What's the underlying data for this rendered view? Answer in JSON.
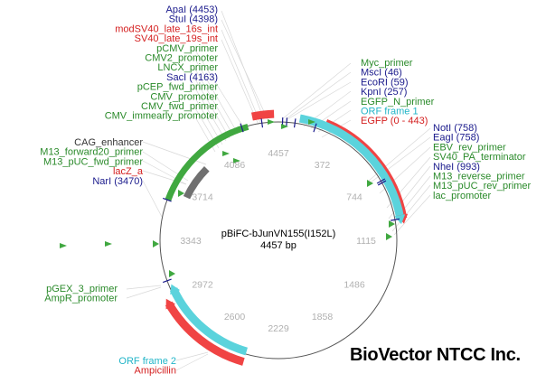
{
  "plasmid": {
    "name": "pBiFC-bJunVN155(I152L)",
    "size": "4457 bp"
  },
  "brand": "BioVector NTCC Inc.",
  "ticks": [
    "4457",
    "372",
    "744",
    "1115",
    "1486",
    "1858",
    "2229",
    "2600",
    "2972",
    "3343",
    "3714",
    "4086"
  ],
  "labels_top_left": [
    {
      "text": "ApaI  (4453)",
      "color": "#1a1a8c"
    },
    {
      "text": "StuI  (4398)",
      "color": "#1a1a8c"
    },
    {
      "text": "modSV40_late_16s_int",
      "color": "#d42020"
    },
    {
      "text": "SV40_late_19s_int",
      "color": "#d42020"
    },
    {
      "text": "pCMV_primer",
      "color": "#2a8a2a"
    },
    {
      "text": "CMV2_promoter",
      "color": "#2a8a2a"
    },
    {
      "text": "LNCX_primer",
      "color": "#2a8a2a"
    },
    {
      "text": "SacI  (4163)",
      "color": "#1a1a8c"
    },
    {
      "text": "pCEP_fwd_primer",
      "color": "#2a8a2a"
    },
    {
      "text": "CMV_promoter",
      "color": "#2a8a2a"
    },
    {
      "text": "CMV_fwd_primer",
      "color": "#2a8a2a"
    },
    {
      "text": "CMV_immearly_promoter",
      "color": "#2a8a2a"
    }
  ],
  "labels_left": [
    {
      "text": "CAG_enhancer",
      "color": "#333333"
    },
    {
      "text": "M13_forward20_primer",
      "color": "#2a8a2a"
    },
    {
      "text": "M13_pUC_fwd_primer",
      "color": "#2a8a2a"
    },
    {
      "text": "lacZ_a",
      "color": "#d42020"
    },
    {
      "text": "NarI  (3470)",
      "color": "#1a1a8c"
    }
  ],
  "labels_left_low": [
    {
      "text": "pGEX_3_primer",
      "color": "#2a8a2a"
    },
    {
      "text": "AmpR_promoter",
      "color": "#2a8a2a"
    }
  ],
  "labels_bottom": [
    {
      "text": "ORF frame 2",
      "color": "#22b5c8"
    },
    {
      "text": "Ampicillin",
      "color": "#d42020"
    }
  ],
  "labels_top_right": [
    {
      "text": "Myc_primer",
      "color": "#2a8a2a"
    },
    {
      "text": "MscI  (46)",
      "color": "#1a1a8c"
    },
    {
      "text": "EcoRI  (59)",
      "color": "#1a1a8c"
    },
    {
      "text": "KpnI  (257)",
      "color": "#1a1a8c"
    },
    {
      "text": "EGFP_N_primer",
      "color": "#2a8a2a"
    },
    {
      "text": "ORF frame 1",
      "color": "#22b5c8"
    },
    {
      "text": "EGFP (0 - 443)",
      "color": "#d42020"
    }
  ],
  "labels_right": [
    {
      "text": "NotI  (758)",
      "color": "#1a1a8c"
    },
    {
      "text": "EagI  (758)",
      "color": "#1a1a8c"
    },
    {
      "text": "EBV_rev_primer",
      "color": "#2a8a2a"
    },
    {
      "text": "SV40_PA_terminator",
      "color": "#2a8a2a"
    },
    {
      "text": "NheI  (993)",
      "color": "#1a1a8c"
    },
    {
      "text": "M13_reverse_primer",
      "color": "#2a8a2a"
    },
    {
      "text": "M13_pUC_rev_primer",
      "color": "#2a8a2a"
    },
    {
      "text": "lac_promoter",
      "color": "#2a8a2a"
    }
  ]
}
